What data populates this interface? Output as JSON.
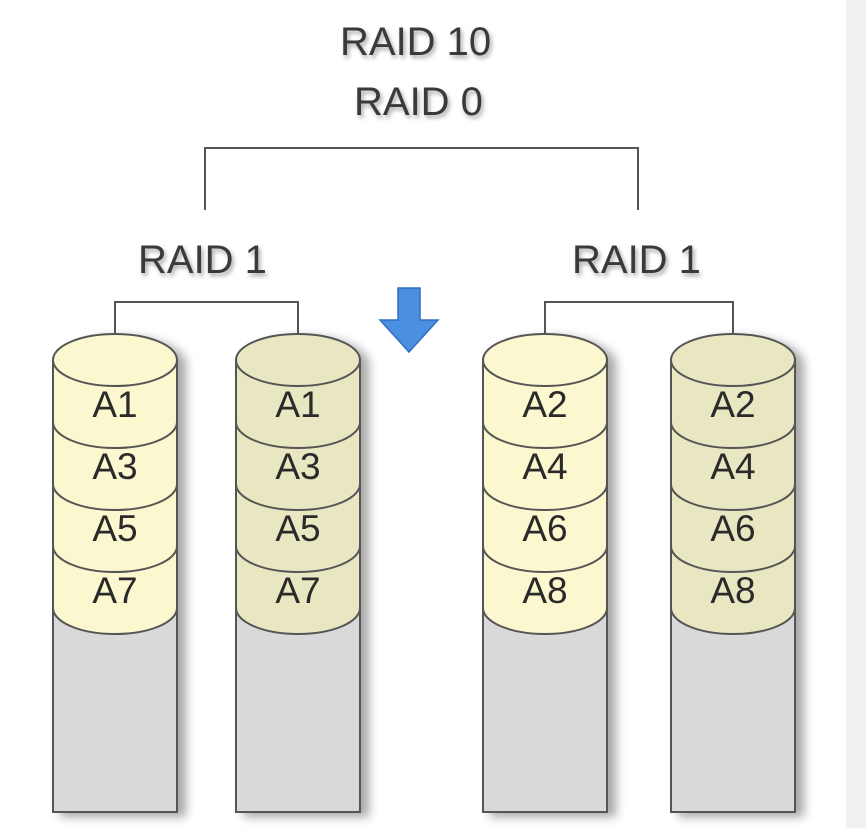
{
  "titles": {
    "top": "RAID 10",
    "level0": "RAID 0",
    "left_mirror": "RAID 1",
    "right_mirror": "RAID 1"
  },
  "disks": [
    {
      "id": "disk-1",
      "blocks": [
        "A1",
        "A3",
        "A5",
        "A7"
      ]
    },
    {
      "id": "disk-2",
      "blocks": [
        "A1",
        "A3",
        "A5",
        "A7"
      ]
    },
    {
      "id": "disk-3",
      "blocks": [
        "A2",
        "A4",
        "A6",
        "A8"
      ]
    },
    {
      "id": "disk-4",
      "blocks": [
        "A2",
        "A4",
        "A6",
        "A8"
      ]
    }
  ],
  "colors": {
    "block_fill_light": "#fbf7cf",
    "block_fill_dark": "#e9e7c2",
    "empty_fill": "#d9d9d9",
    "outline": "#555555",
    "connector": "#555555",
    "arrow": "#4a8fe0"
  },
  "icons": {
    "arrow": "down-arrow-icon"
  }
}
